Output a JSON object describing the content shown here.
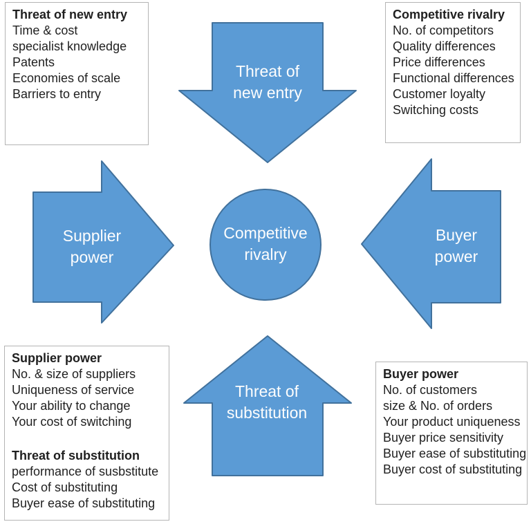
{
  "colors": {
    "shape_fill": "#5b9bd5",
    "shape_border": "#41719c",
    "shape_text": "#fdfdfd",
    "box_border": "#b4b4b4",
    "box_text": "#1f1f1f",
    "background": "#ffffff"
  },
  "shapes": {
    "center_circle": {
      "label": "Competitive\nrivalry"
    },
    "arrow_top": {
      "label": "Threat of\nnew entry",
      "direction": "down"
    },
    "arrow_left": {
      "label": "Supplier\npower",
      "direction": "right"
    },
    "arrow_right": {
      "label": "Buyer\npower",
      "direction": "left"
    },
    "arrow_bottom": {
      "label": "Threat of\nsubstitution",
      "direction": "up"
    }
  },
  "boxes": {
    "top_left": {
      "title": "Threat of new entry",
      "items": [
        "Time & cost",
        "specialist knowledge",
        "Patents",
        "Economies of scale",
        "Barriers to entry"
      ]
    },
    "top_right": {
      "title": "Competitive rivalry",
      "items": [
        "No. of competitors",
        "Quality differences",
        "Price differences",
        "Functional differences",
        "Customer loyalty",
        "Switching costs"
      ]
    },
    "bottom_left": {
      "sections": [
        {
          "title": "Supplier power",
          "items": [
            "No. & size of suppliers",
            "Uniqueness of service",
            "Your ability to change",
            "Your cost of switching"
          ]
        },
        {
          "title": "Threat of substitution",
          "items": [
            "performance of susbstitute",
            "Cost of substituting",
            "Buyer ease of substituting"
          ]
        }
      ]
    },
    "bottom_right": {
      "title": "Buyer power",
      "items": [
        "No. of customers",
        "size & No. of orders",
        "Your product uniqueness",
        "Buyer price sensitivity",
        "Buyer ease of substituting",
        "Buyer cost of substituting"
      ]
    }
  }
}
